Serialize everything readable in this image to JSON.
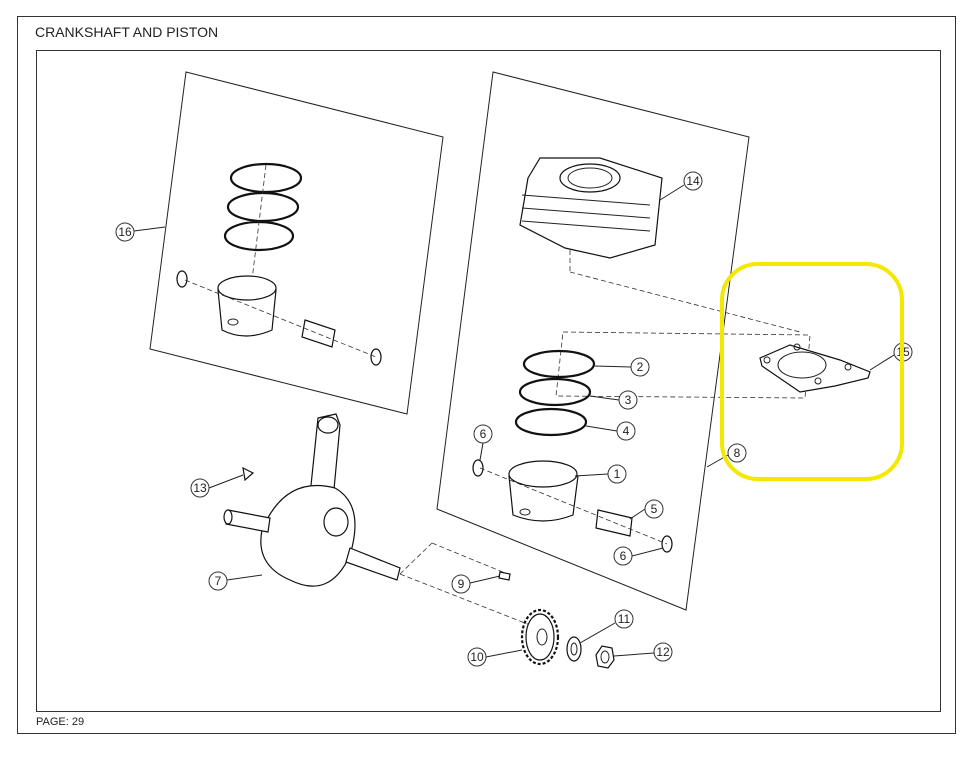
{
  "header": {
    "title": "CRANKSHAFT AND PISTON"
  },
  "footer": {
    "page": "PAGE: 29"
  },
  "highlight": {
    "color": "#f5e800",
    "target_part": "15"
  },
  "callouts": {
    "c1": "1",
    "c2": "2",
    "c3": "3",
    "c4": "4",
    "c5": "5",
    "c6a": "6",
    "c6b": "6",
    "c7": "7",
    "c8": "8",
    "c9": "9",
    "c10": "10",
    "c11": "11",
    "c12": "12",
    "c13": "13",
    "c14": "14",
    "c15": "15",
    "c16": "16"
  }
}
